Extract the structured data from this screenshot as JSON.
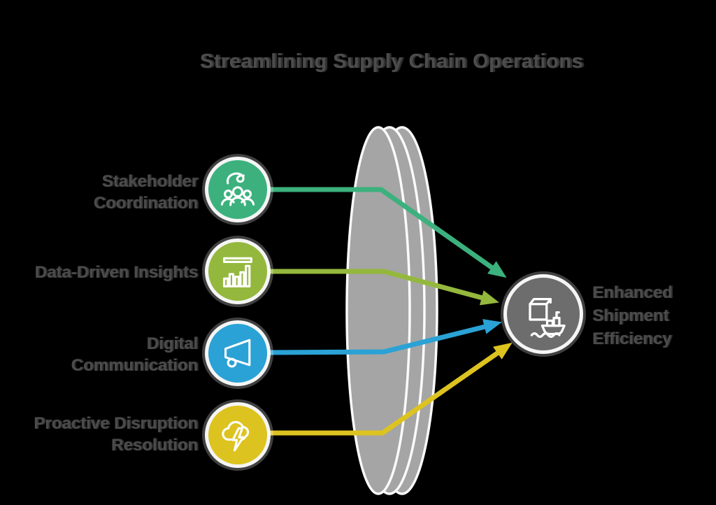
{
  "title": "Streamlining Supply Chain Operations",
  "background": "#000000",
  "text_color": "#4b4b4b",
  "lens": {
    "fill": "#a5a5a5",
    "edge": "#fbfbfb",
    "name": "funnel-lens"
  },
  "sources": [
    {
      "lines": [
        "Stakeholder",
        "Coordination"
      ],
      "icon": "team-coordination-icon",
      "color": "#3cb17e"
    },
    {
      "lines": [
        "Data-Driven Insights",
        ""
      ],
      "icon": "bar-chart-icon",
      "color": "#94b83d"
    },
    {
      "lines": [
        "Digital",
        "Communication"
      ],
      "icon": "megaphone-icon",
      "color": "#2aa2d5"
    },
    {
      "lines": [
        "Proactive Disruption",
        "Resolution"
      ],
      "icon": "storm-cloud-icon",
      "color": "#ddc31f"
    }
  ],
  "outcome": {
    "lines": [
      "Enhanced",
      "Shipment",
      "Efficiency"
    ],
    "icon": "cargo-shipment-icon",
    "color": "#6c6d6c"
  }
}
